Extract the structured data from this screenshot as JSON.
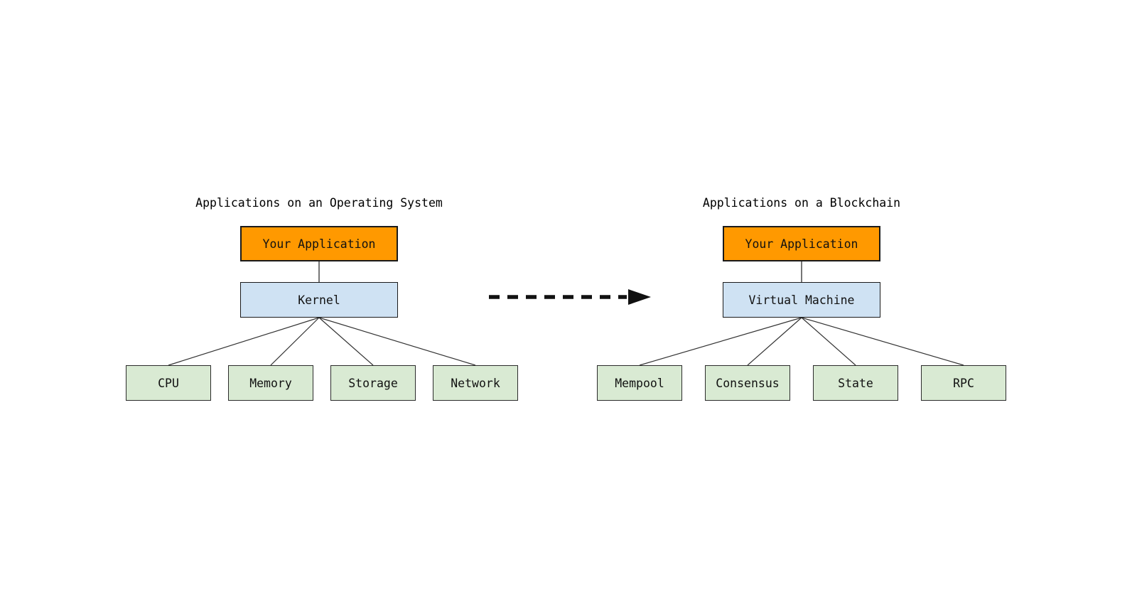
{
  "diagram": {
    "left": {
      "title": "Applications on an Operating System",
      "top_box": "Your Application",
      "middle_box": "Kernel",
      "children": [
        "CPU",
        "Memory",
        "Storage",
        "Network"
      ]
    },
    "right": {
      "title": "Applications on a Blockchain",
      "top_box": "Your Application",
      "middle_box": "Virtual Machine",
      "children": [
        "Mempool",
        "Consensus",
        "State",
        "RPC"
      ]
    },
    "colors": {
      "app_box_fill": "#ff9900",
      "middle_box_fill": "#cfe2f3",
      "child_box_fill": "#d9ead3",
      "border": "#1a1a1a",
      "arrow": "#111111",
      "background": "#ffffff"
    }
  }
}
